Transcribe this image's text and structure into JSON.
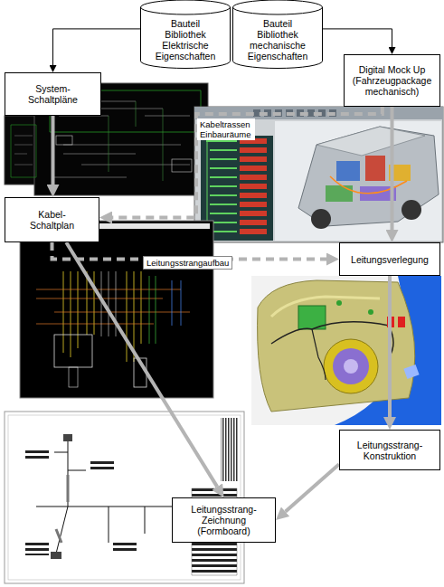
{
  "diagram": {
    "nodes": [
      {
        "text": [
          "Bauteil Bibliothek Elektrische Eigenschaften"
        ]
      },
      {
        "text": [
          "Bauteil Bibliothek mechanische Eigenschaften"
        ]
      },
      {
        "text": [
          "System- Schaltpläne"
        ]
      },
      {
        "text": [
          "Digital Mock Up (Fahrzeugpackage mechanisch)"
        ]
      },
      {
        "text": [
          "Kabel- Schaltplan"
        ]
      },
      {
        "text": [
          "Leitungsverlegung"
        ]
      },
      {
        "text": [
          "Leitungsstrang- Konstruktion"
        ]
      },
      {
        "text": [
          "Leitungsstrang- Zeichnung (Formboard)"
        ]
      }
    ],
    "edges": [
      {
        "from": 0,
        "to": 2,
        "arrow": "to"
      },
      {
        "from": 1,
        "to": 3,
        "arrow": "to"
      },
      {
        "from": 2,
        "to": 4,
        "arrow": "to"
      },
      {
        "from": 3,
        "to": 5,
        "arrow": "to"
      },
      {
        "from": 3,
        "to": 4,
        "label": "Kabeltrassen Einbauräume",
        "arrow": "to"
      },
      {
        "from": 4,
        "to": 5,
        "label": "Leitungsstrangaufbau",
        "arrow": "to"
      },
      {
        "from": 5,
        "to": 6,
        "arrow": "to"
      },
      {
        "from": 6,
        "to": 7,
        "arrow": "to"
      },
      {
        "from": 4,
        "to": 7,
        "arrow": "to"
      }
    ]
  }
}
